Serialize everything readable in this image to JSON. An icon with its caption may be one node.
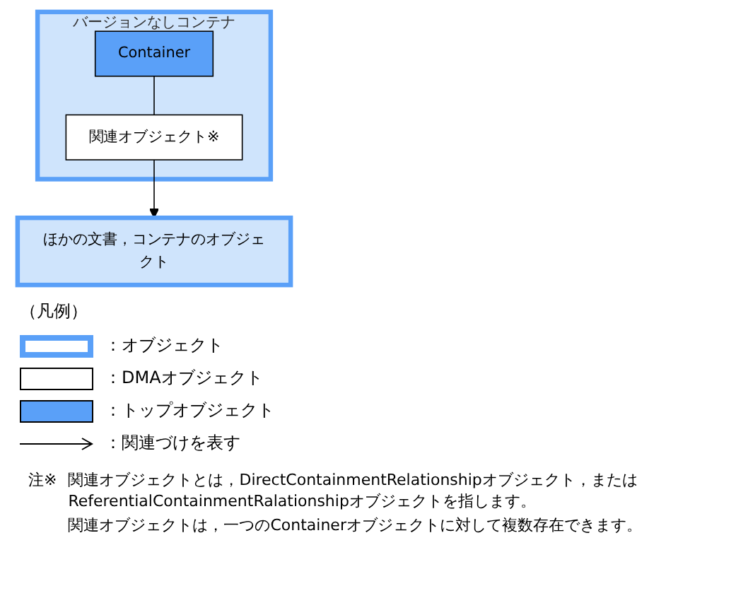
{
  "diagram": {
    "nodes": [
      {
        "text": [
          "バージョンなしコンテナ"
        ]
      },
      {
        "text": [
          "Container"
        ],
        "in": 0
      },
      {
        "text": [
          "関連オブジェクト※"
        ],
        "in": 0
      },
      {
        "text": [
          "ほかの文書，コンテナのオブジェクト"
        ]
      }
    ],
    "edges": [
      {
        "from": 1,
        "to": 2,
        "arrow": "none"
      },
      {
        "from": 2,
        "to": 3,
        "arrow": "to"
      }
    ],
    "labels": [
      "（凡例）",
      "注※",
      "関連オブジェクトとは，DirectContainmentRelationshipオブジェクト，またはReferentialContainmentRalationshipオブジェクトを指します。",
      "関連オブジェクトは，一つのContainerオブジェクトに対して複数存在できます。"
    ],
    "legend": [
      {
        "text": "：オブジェクト",
        "color": "#5aa0f8"
      },
      {
        "text": "：DMAオブジェクト",
        "color": "#ffffff"
      },
      {
        "text": "：トップオブジェクト",
        "color": "#5aa0f8"
      },
      {
        "text": "：関連づけを表す"
      }
    ]
  }
}
